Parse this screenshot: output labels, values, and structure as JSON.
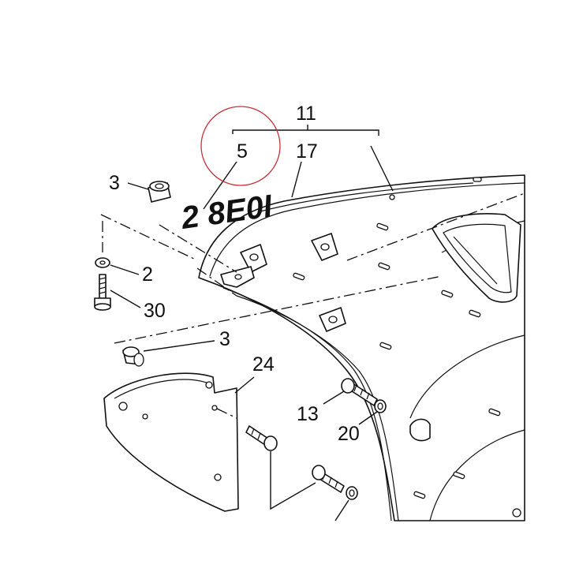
{
  "diagram": {
    "callouts": [
      {
        "id": "11",
        "text": "11"
      },
      {
        "id": "5",
        "text": "5"
      },
      {
        "id": "17",
        "text": "17"
      },
      {
        "id": "3a",
        "text": "3"
      },
      {
        "id": "2",
        "text": "2"
      },
      {
        "id": "30",
        "text": "30"
      },
      {
        "id": "3b",
        "text": "3"
      },
      {
        "id": "24",
        "text": "24"
      },
      {
        "id": "13",
        "text": "13"
      },
      {
        "id": "20",
        "text": "20"
      }
    ],
    "decal_text": "2 8E0I",
    "highlight_color": "#c8323c",
    "line_color": "#111111"
  }
}
